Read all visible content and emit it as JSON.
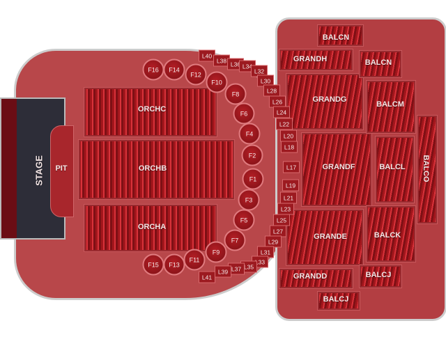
{
  "stage": {
    "label": "STAGE"
  },
  "pit": {
    "label": "PIT"
  },
  "orchestra": [
    {
      "label": "ORCHC"
    },
    {
      "label": "ORCHB"
    },
    {
      "label": "ORCHA"
    }
  ],
  "floor_boxes": [
    "F16",
    "F14",
    "F12",
    "F10",
    "F8",
    "F6",
    "F4",
    "F2",
    "F1",
    "F3",
    "F5",
    "F7",
    "F9",
    "F11",
    "F13",
    "F15"
  ],
  "loges": [
    "L40",
    "L38",
    "L36",
    "L34",
    "L32",
    "L30",
    "L28",
    "L26",
    "L24",
    "L22",
    "L20",
    "L18",
    "L17",
    "L19",
    "L21",
    "L23",
    "L25",
    "L27",
    "L29",
    "L31",
    "L33",
    "L35",
    "L37",
    "L39",
    "L41"
  ],
  "grand": [
    {
      "label": "GRANDH"
    },
    {
      "label": "GRANDG"
    },
    {
      "label": "GRANDF"
    },
    {
      "label": "GRANDE"
    },
    {
      "label": "GRANDD"
    }
  ],
  "balcony": [
    {
      "label": "BALCN"
    },
    {
      "label": "BALCN"
    },
    {
      "label": "BALCM"
    },
    {
      "label": "BALCL"
    },
    {
      "label": "BALCK"
    },
    {
      "label": "BALCJ"
    },
    {
      "label": "BALCJ"
    },
    {
      "label": "BALCO"
    }
  ]
}
